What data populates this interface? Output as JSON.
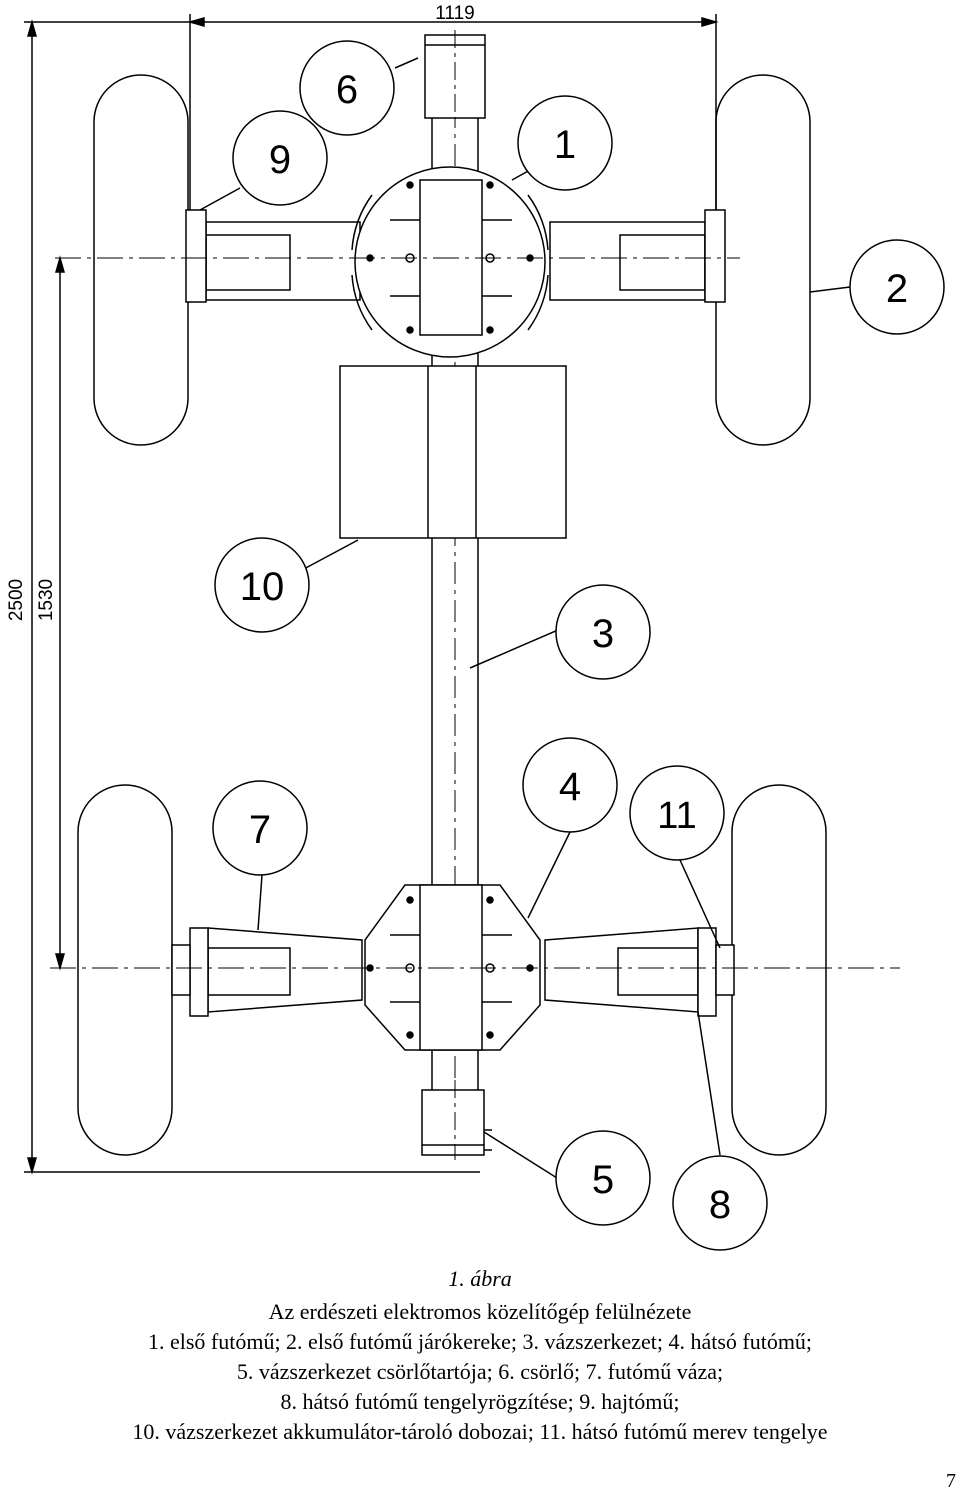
{
  "dimensions": {
    "width_top": "1119",
    "overall_length": "2500",
    "wheelbase": "1530"
  },
  "callouts": [
    "1",
    "2",
    "3",
    "4",
    "5",
    "6",
    "7",
    "8",
    "9",
    "10",
    "11"
  ],
  "caption": {
    "figure_label": "1. ábra",
    "title": "Az erdészeti elektromos közelítőgép felülnézete",
    "legend_lines": [
      "1. első futómű; 2. első futómű járókereke; 3. vázszerkezet; 4. hátsó futómű;",
      "5. vázszerkezet csörlőtartója; 6. csörlő; 7. futómű váza;",
      "8. hátsó futómű tengelyrögzítése; 9. hajtómű;",
      "10. vázszerkezet akkumulátor-tároló dobozai; 11. hátsó futómű merev tengelye"
    ]
  },
  "page_number": "7",
  "colors": {
    "line": "#000000",
    "background": "#ffffff"
  }
}
